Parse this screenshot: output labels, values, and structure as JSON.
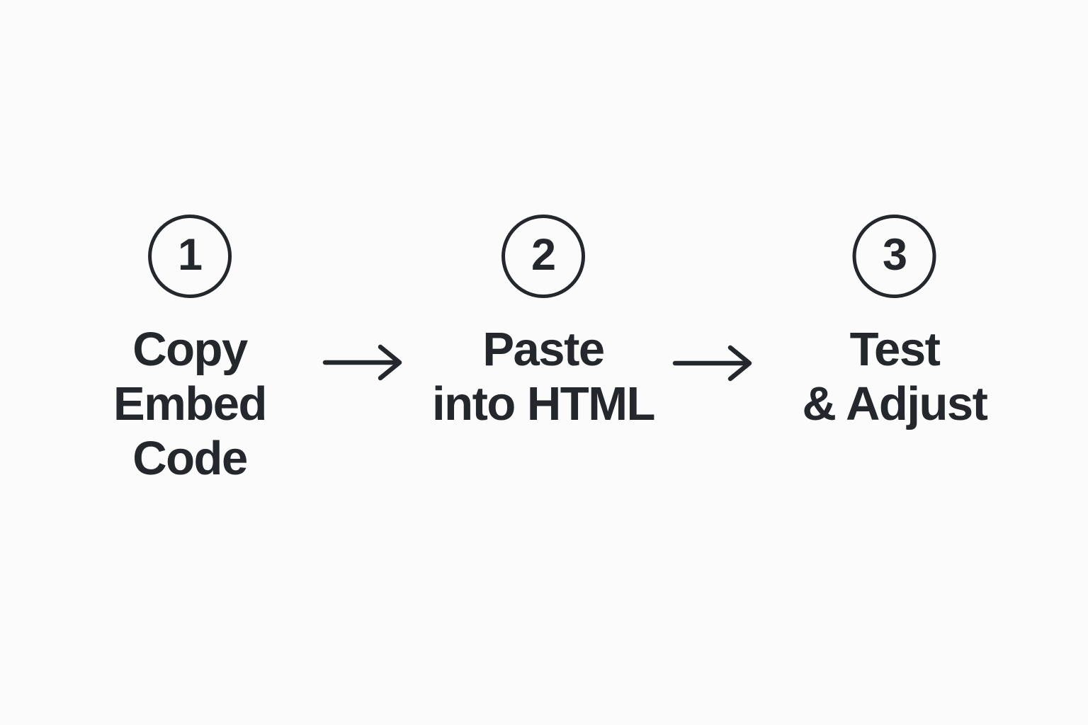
{
  "colors": {
    "ink": "#24272c",
    "background": "#fbfbfb"
  },
  "diagram": {
    "type": "process-flow",
    "direction": "left-to-right",
    "connector": "arrow-right-icon",
    "steps": [
      {
        "number": "1",
        "lines": [
          "Copy",
          "Embed",
          "Code"
        ],
        "label": "Copy Embed Code"
      },
      {
        "number": "2",
        "lines": [
          "Paste",
          "into HTML"
        ],
        "label": "Paste into HTML"
      },
      {
        "number": "3",
        "lines": [
          "Test",
          "& Adjust"
        ],
        "label": "Test & Adjust"
      }
    ]
  }
}
